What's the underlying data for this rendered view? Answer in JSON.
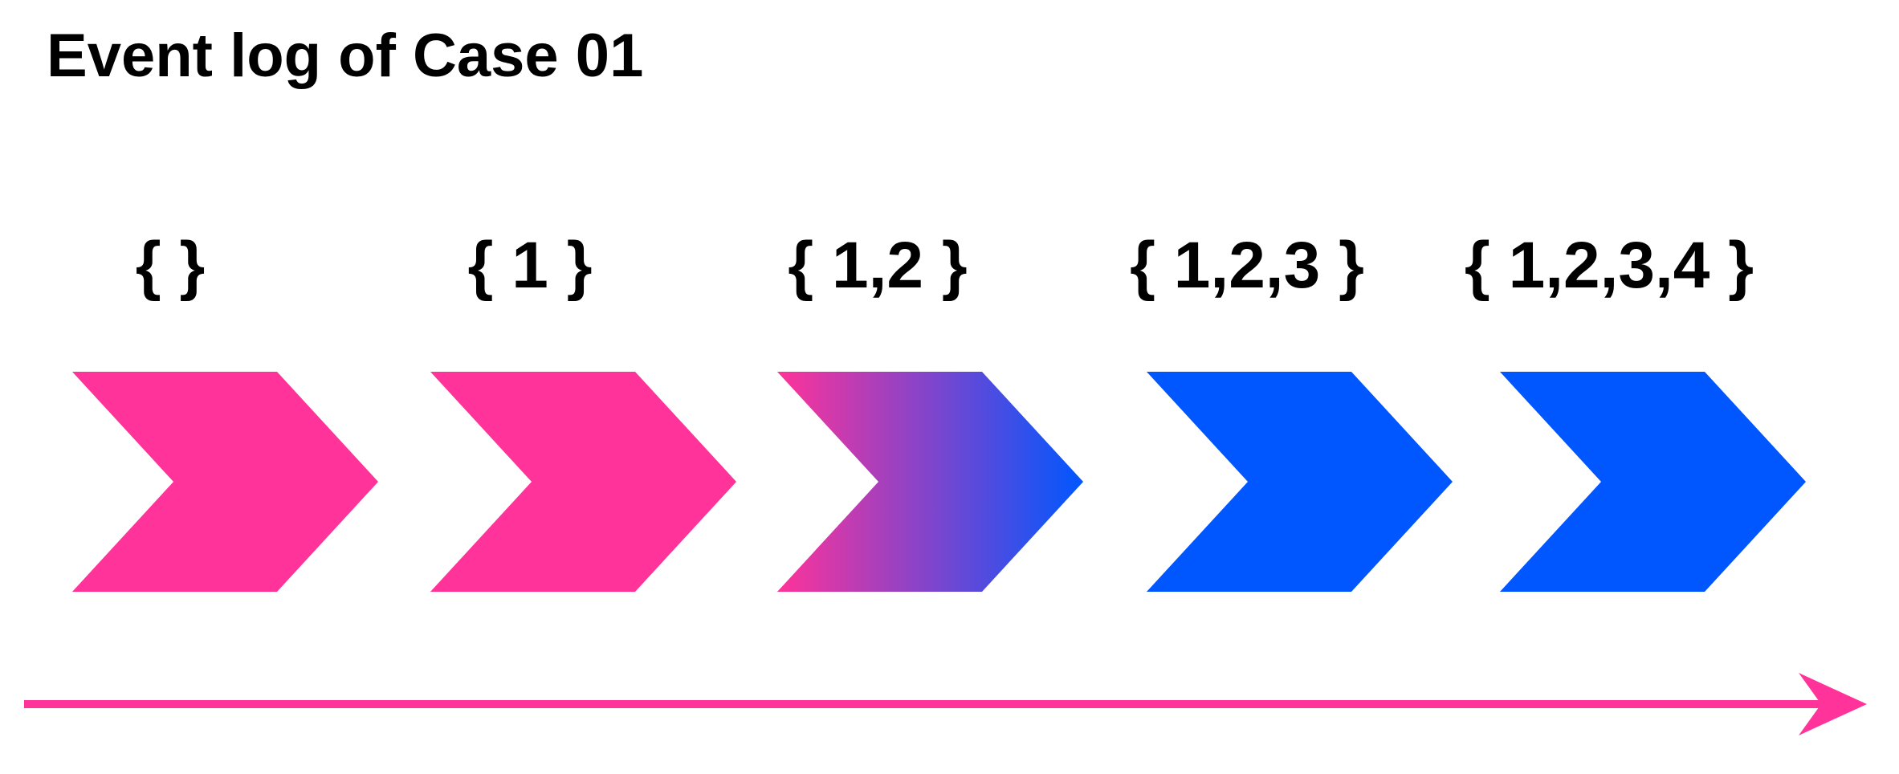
{
  "title": "Event log of Case 01",
  "colors": {
    "pink": "#FF3399",
    "blue": "#0057FF"
  },
  "steps": [
    {
      "label": "{ }",
      "fill": "pink"
    },
    {
      "label": "{ 1 }",
      "fill": "pink"
    },
    {
      "label": "{ 1,2 }",
      "fill": "gradient"
    },
    {
      "label": "{ 1,2,3 }",
      "fill": "blue"
    },
    {
      "label": "{ 1,2,3,4 }",
      "fill": "blue"
    }
  ],
  "timeline_arrow": {
    "color": "pink"
  }
}
